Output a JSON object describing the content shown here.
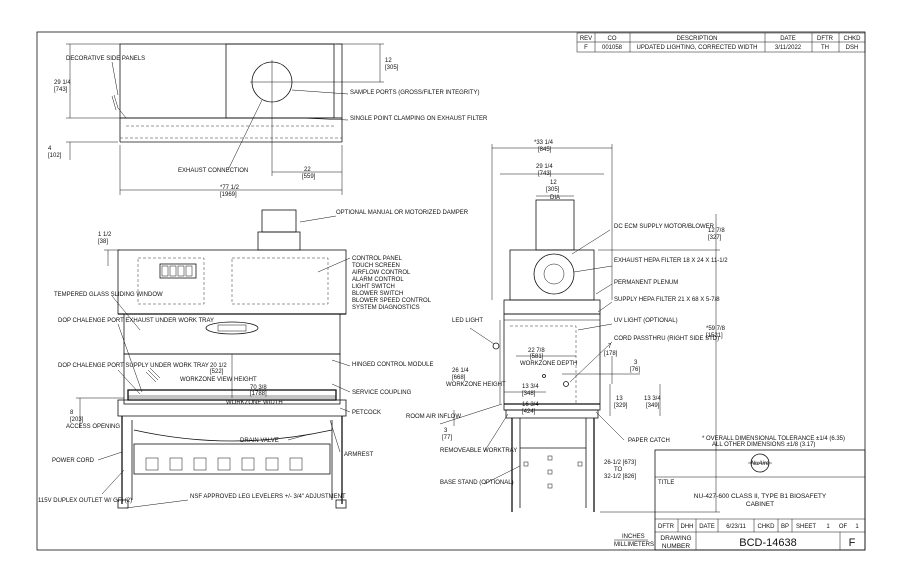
{
  "revision_table": {
    "headers": [
      "REV",
      "CO",
      "DESCRIPTION",
      "DATE",
      "DFTR",
      "CHKD"
    ],
    "row": [
      "F",
      "001058",
      "UPDATED LIGHTING, CORRECTED WIDTH",
      "3/11/2022",
      "TH",
      "DSH"
    ]
  },
  "top_view": {
    "decorative_panels": "DECORATIVE SIDE PANELS",
    "height_dim": "29 1/4",
    "height_dim_mm": "[743]",
    "depth_dim": "4",
    "depth_dim_mm": "[102]",
    "port_dim": "12",
    "port_dim_mm": "[305]",
    "sample_ports": "SAMPLE PORTS (GROSS/FILTER INTEGRITY)",
    "single_point": "SINGLE POINT CLAMPING ON EXHAUST FILTER",
    "exhaust_conn": "EXHAUST CONNECTION",
    "offset_dim": "22",
    "offset_dim_mm": "[559]",
    "width_dim": "*77 1/2",
    "width_dim_mm": "[1969]"
  },
  "front_view": {
    "damper": "OPTIONAL MANUAL OR MOTORIZED DAMPER",
    "top_dim": "1 1/2",
    "top_dim_mm": "[38]",
    "control_panel": [
      "CONTROL PANEL",
      "TOUCH SCREEN",
      "AIRFLOW CONTROL",
      "ALARM CONTROL",
      "LIGHT SWITCH",
      "BLOWER SWITCH",
      "BLOWER SPEED CONTROL",
      "SYSTEM DIAGNOSTICS"
    ],
    "tempered_glass": "TEMPERED GLASS SLIDING WINDOW",
    "dop_exhaust": "DOP CHALENGE PORT EXHAUST UNDER WORK TRAY",
    "dop_supply": "DOP CHALENGE PORT SUPPLY UNDER WORK TRAY",
    "view_height_dim": "20 1/2",
    "view_height_dim_mm": "[522]",
    "view_height": "WORKZONE VIEW HEIGHT",
    "workzone_width_dim": "70 3/8",
    "workzone_width_dim_mm": "[1788]",
    "workzone_width": "WORKZONE WIDTH",
    "hinged_control": "HINGED CONTROL MODULE",
    "service_coupling": "SERVICE COUPLING",
    "petcock": "PETCOCK",
    "access_dim": "8",
    "access_dim_mm": "[203]",
    "access_opening": "ACCESS OPENING",
    "drain_valve": "DRAIN VALVE",
    "power_cord": "POWER CORD",
    "armrest": "ARMREST",
    "duplex_outlet": "115V DUPLEX OUTLET W/ GFI (2)",
    "leg_levelers": "NSF APPROVED LEG LEVELERS +/- 3/4\" ADJUSTMENT"
  },
  "side_view": {
    "overall_depth": "*33 1/4",
    "overall_depth_mm": "[845]",
    "depth_dim": "29 1/4",
    "depth_dim_mm": "[743]",
    "dia_dim": "12",
    "dia_dim_mm": "[305]",
    "dia": "DIA",
    "motor_blower": "DC ECM SUPPLY MOTOR/BLOWER",
    "top_dim": "12 7/8",
    "top_dim_mm": "[327]",
    "exhaust_hepa": "EXHAUST HEPA FILTER 18 X 24 X 11-1/2",
    "permanent_plenum": "PERMANENT PLENUM",
    "supply_hepa": "SUPPLY HEPA FILTER 21 X 68 X 5-7/8",
    "overall_height": "*59 7/8",
    "overall_height_mm": "[1521]",
    "uv_light": "UV LIGHT (OPTIONAL)",
    "led_light": "LED LIGHT",
    "wz_depth_dim": "22 7/8",
    "wz_depth_dim_mm": "[581]",
    "wz_depth": "WORKZONE DEPTH",
    "dim_7": "7",
    "dim_7_mm": "[178]",
    "cord_passthru": "CORD PASSTHRU (RIGHT SIDE STD)",
    "wz_height_dim": "26 1/4",
    "wz_height_dim_mm": "[668]",
    "wz_height": "WORKZONE HEIGHT",
    "dim_3r": "3",
    "dim_3r_mm": "[76]",
    "dim_13_3_4": "13 3/4",
    "dim_13_3_4_mm": "[348]",
    "dim_13": "13",
    "dim_13_mm": "[329]",
    "dim_13_3_4b": "13 3/4",
    "dim_13_3_4b_mm": "[349]",
    "dim_16_3_4": "16 3/4",
    "dim_16_3_4_mm": "[424]",
    "room_air": "ROOM AIR INFLOW",
    "dim_3": "3",
    "dim_3_mm": "[77]",
    "paper_catch": "PAPER CATCH",
    "removeable_tray": "REMOVEABLE WORKTRAY",
    "base_stand": "BASE STAND (OPTIONAL)",
    "stand_dim": "26-1/2 [673]",
    "stand_to": "TO",
    "stand_dim2": "32-1/2 [826]"
  },
  "notes": {
    "tolerance": "* OVERALL DIMENSIONAL TOLERANCE ±1/4 (6.35)",
    "other": "ALL OTHER DIMENSIONS ±1/8 (3.17)"
  },
  "units": {
    "inches": "INCHES",
    "mm": "MILLIMETERS"
  },
  "title_block": {
    "logo": "NuAire",
    "title_label": "TITLE",
    "title_line1": "NU-427-600 CLASS II, TYPE B1 BIOSAFETY",
    "title_line2": "CABINET",
    "dftr_label": "DFTR",
    "dftr": "DHH",
    "date_label": "DATE",
    "date": "6/23/11",
    "chkd_label": "CHKD",
    "chkd": "BP",
    "sheet_label": "SHEET",
    "sheet": "1",
    "of_label": "OF",
    "of": "1",
    "drawing_label": "DRAWING",
    "number_label": "NUMBER",
    "drawing_number": "BCD-14638",
    "rev": "F"
  }
}
